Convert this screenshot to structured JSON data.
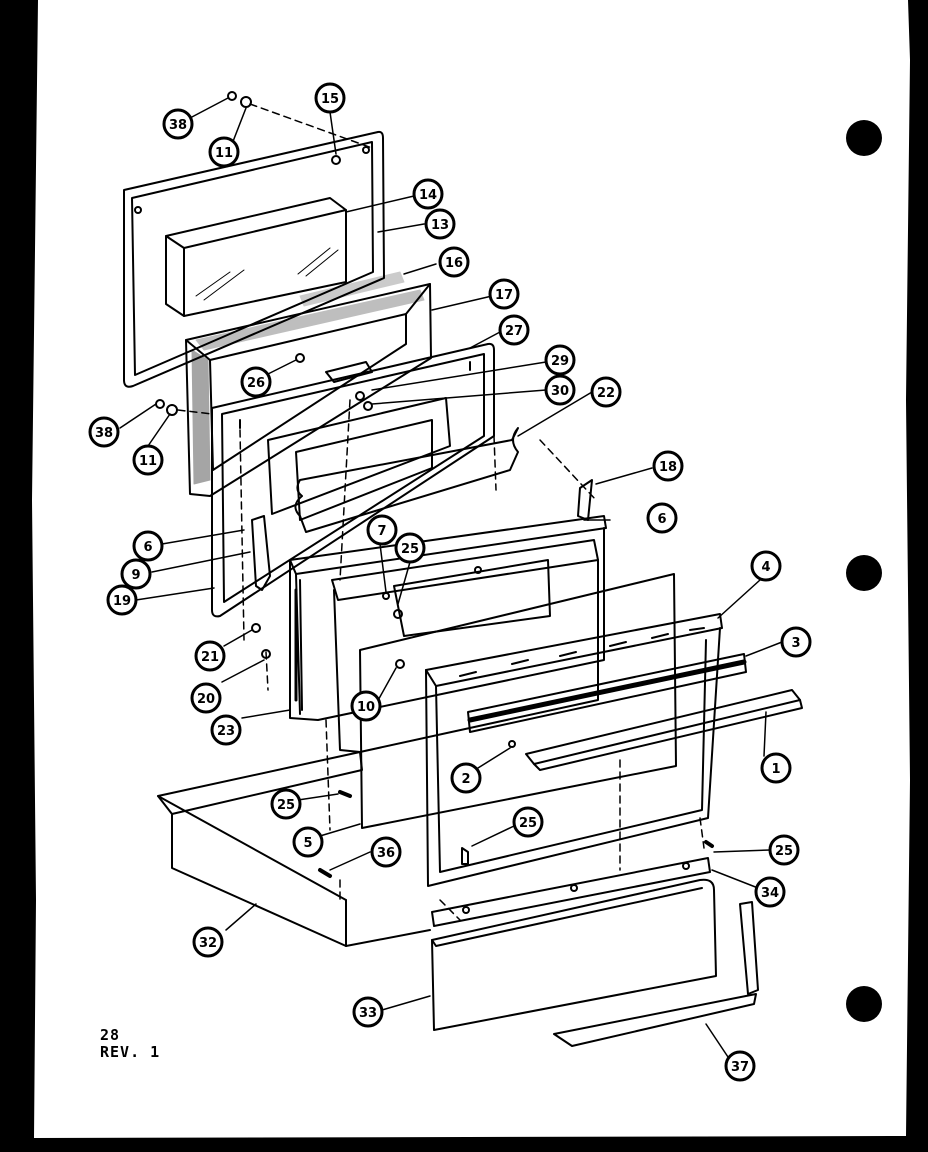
{
  "footer": {
    "page_number": "28",
    "revision": "REV. 1"
  },
  "callouts": [
    "38",
    "11",
    "15",
    "14",
    "13",
    "16",
    "17",
    "27",
    "26",
    "29",
    "30",
    "38",
    "11",
    "22",
    "18",
    "6",
    "6",
    "9",
    "19",
    "7",
    "25",
    "4",
    "3",
    "21",
    "20",
    "23",
    "10",
    "2",
    "1",
    "25",
    "5",
    "25",
    "36",
    "25",
    "34",
    "32",
    "33",
    "37"
  ],
  "colors": {
    "ink": "#000000",
    "paper": "#ffffff",
    "background": "#000000"
  }
}
